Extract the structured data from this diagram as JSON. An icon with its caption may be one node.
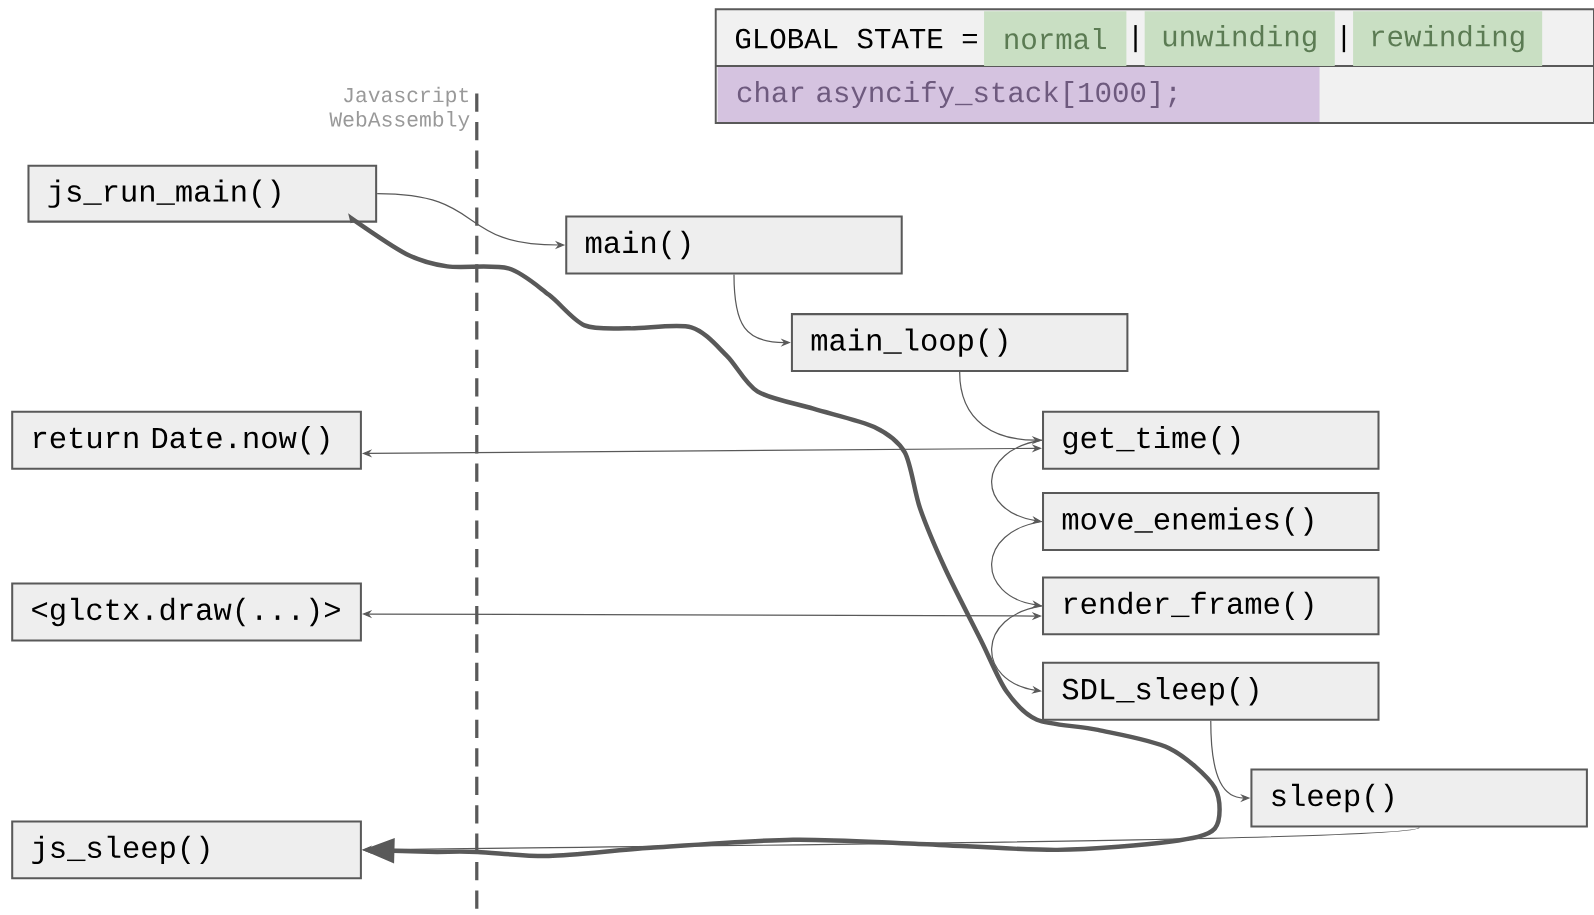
{
  "diagram": {
    "nodes": [
      {
        "text": [
          "js_run_main()"
        ]
      },
      {
        "text": [
          "main()"
        ]
      },
      {
        "text": [
          "main_loop()"
        ]
      },
      {
        "text": [
          "return Date.now()"
        ]
      },
      {
        "text": [
          "get_time()"
        ]
      },
      {
        "text": [
          "move_enemies()"
        ]
      },
      {
        "text": [
          "<glctx.draw(...)>"
        ]
      },
      {
        "text": [
          "render_frame()"
        ]
      },
      {
        "text": [
          "SDL_sleep()"
        ]
      },
      {
        "text": [
          "sleep()"
        ]
      },
      {
        "text": [
          "js_sleep()"
        ]
      },
      {
        "text": [
          "GLOBAL STATE =",
          "|",
          "|"
        ]
      },
      {
        "text": [
          "normal"
        ],
        "in": 11
      },
      {
        "text": [
          "unwinding"
        ],
        "in": 11
      },
      {
        "text": [
          "rewinding"
        ],
        "in": 11
      },
      {
        "text": [
          "char asyncify_stack[1000];"
        ],
        "in": 11
      }
    ],
    "edges": [
      {
        "from": 0,
        "to": 1,
        "arrow": "to"
      },
      {
        "from": 1,
        "to": 2,
        "arrow": "to"
      },
      {
        "from": 2,
        "to": 4,
        "arrow": "to"
      },
      {
        "from": 4,
        "to": 3,
        "arrow": "both"
      },
      {
        "from": 4,
        "to": 5,
        "arrow": "to"
      },
      {
        "from": 5,
        "to": 7,
        "arrow": "to"
      },
      {
        "from": 6,
        "to": 7,
        "arrow": "both"
      },
      {
        "from": 7,
        "to": 8,
        "arrow": "to"
      },
      {
        "from": 8,
        "to": 9,
        "arrow": "to"
      },
      {
        "from": 9,
        "to": 10,
        "arrow": "to"
      },
      {
        "from": 0,
        "to": 10,
        "arrow": "to",
        "style": "thick"
      }
    ],
    "labels": [
      "Javascript",
      "WebAssembly"
    ]
  }
}
